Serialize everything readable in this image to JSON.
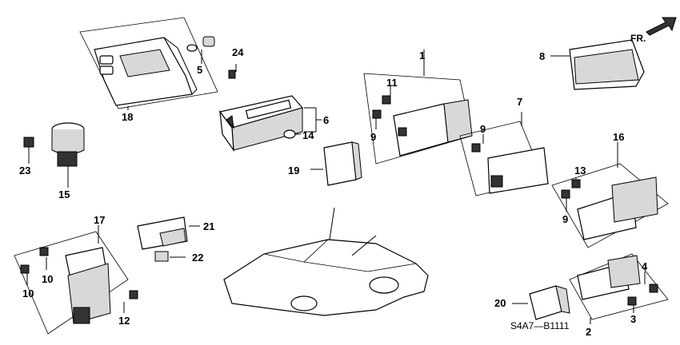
{
  "direction_label": "FR.",
  "diagram_code": "S4A7—B1111",
  "callouts": {
    "c1": "1",
    "c2": "2",
    "c3": "3",
    "c4": "4",
    "c5": "5",
    "c6": "6",
    "c7": "7",
    "c8": "8",
    "c9a": "9",
    "c9b": "9",
    "c9c": "9",
    "c10a": "10",
    "c10b": "10",
    "c11": "11",
    "c12": "12",
    "c13": "13",
    "c14": "14",
    "c15": "15",
    "c16": "16",
    "c17": "17",
    "c18": "18",
    "c19": "19",
    "c20": "20",
    "c21": "21",
    "c22": "22",
    "c23": "23",
    "c24": "24"
  }
}
